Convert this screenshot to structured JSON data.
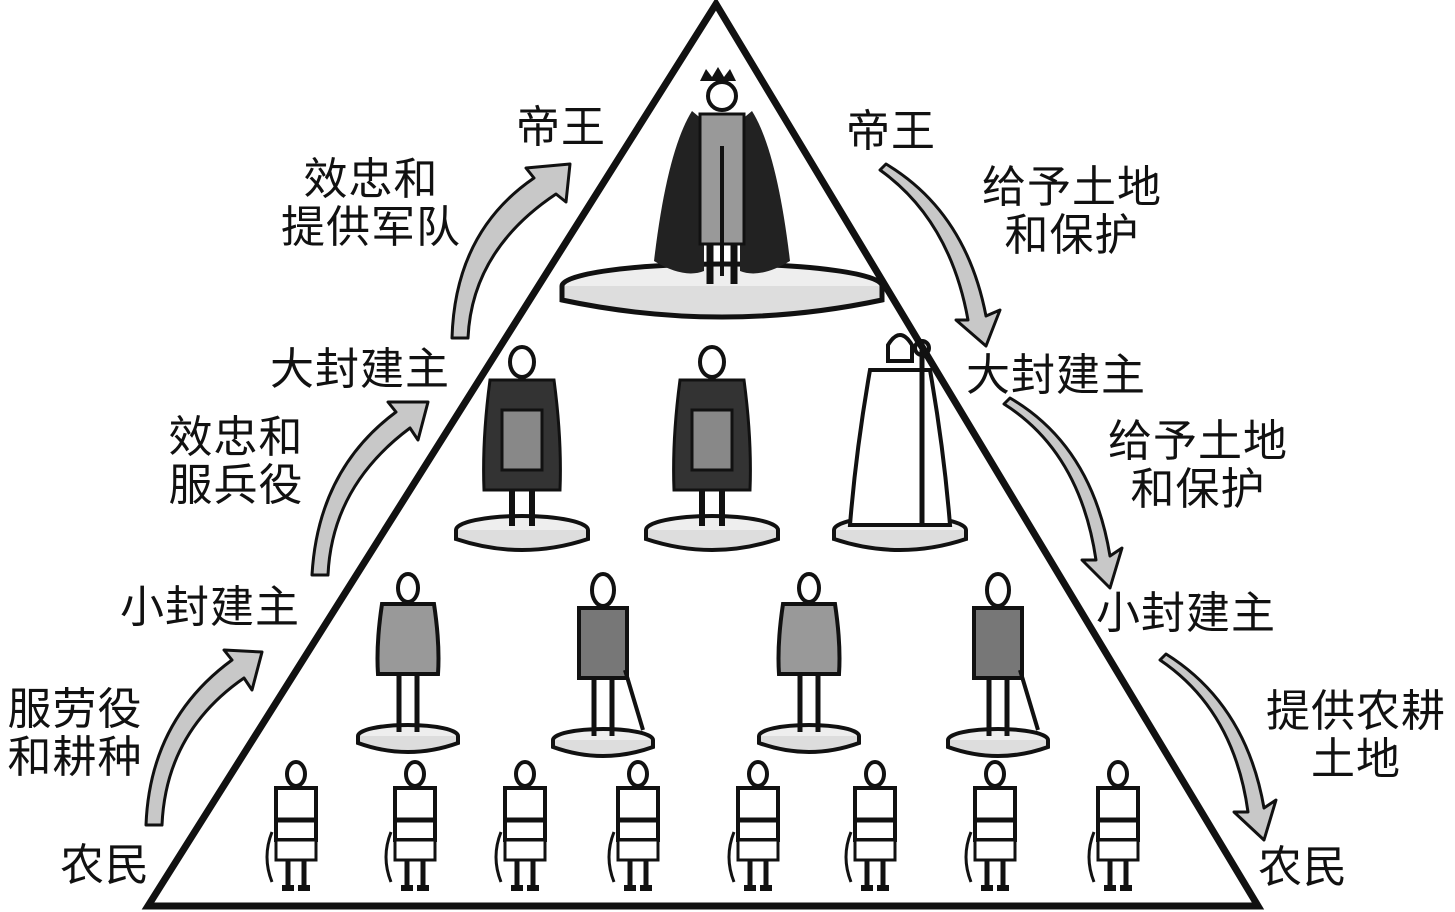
{
  "title": "Feudal hierarchy pyramid",
  "left_side": {
    "levels": [
      "帝王",
      "大封建主",
      "小封建主",
      "农民"
    ],
    "relations": [
      {
        "from": "大封建主",
        "to": "帝王",
        "lines": [
          "效忠和",
          "提供军队"
        ]
      },
      {
        "from": "小封建主",
        "to": "大封建主",
        "lines": [
          "效忠和",
          "服兵役"
        ]
      },
      {
        "from": "农民",
        "to": "小封建主",
        "lines": [
          "服劳役",
          "和耕种"
        ]
      }
    ]
  },
  "right_side": {
    "levels": [
      "帝王",
      "大封建主",
      "小封建主",
      "农民"
    ],
    "relations": [
      {
        "from": "帝王",
        "to": "大封建主",
        "lines": [
          "给予土地",
          "和保护"
        ]
      },
      {
        "from": "大封建主",
        "to": "小封建主",
        "lines": [
          "给予土地",
          "和保护"
        ]
      },
      {
        "from": "小封建主",
        "to": "农民",
        "lines": [
          "提供农耕",
          "土地"
        ]
      }
    ]
  },
  "tiers": [
    {
      "name": "emperor",
      "count": 1
    },
    {
      "name": "great-lords",
      "count": 3
    },
    {
      "name": "lesser-lords",
      "count": 4
    },
    {
      "name": "peasants",
      "count": 8
    }
  ],
  "colors": {
    "arrow_fill": "#c8c8c8",
    "outline": "#111111",
    "base_fill": "#eeeeee"
  }
}
